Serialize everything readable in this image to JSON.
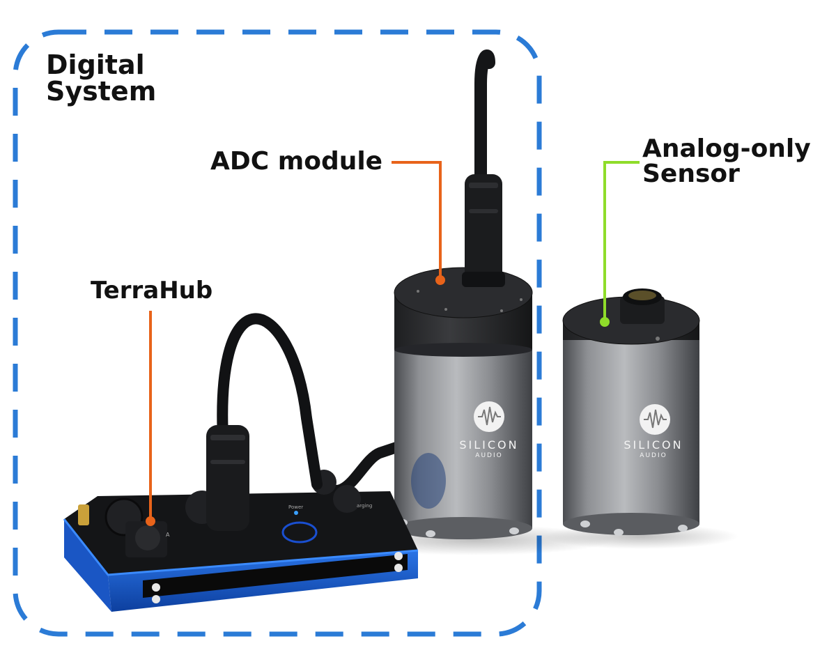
{
  "group": {
    "title_line1": "Digital",
    "title_line2": "System"
  },
  "callouts": {
    "adc": {
      "label": "ADC module"
    },
    "analog": {
      "label_line1": "Analog-only",
      "label_line2": "Sensor"
    },
    "hub": {
      "label": "TerraHub"
    }
  },
  "branding": {
    "brand_line1": "SILICON",
    "brand_line2": "AUDIO"
  },
  "hub_panel_text": {
    "power": "Power",
    "charging": "arging",
    "port_a": "A"
  },
  "colors": {
    "dashed_border": "#2b7bd6",
    "adc_callout": "#e8631a",
    "hub_callout": "#e8631a",
    "analog_callout": "#8fdc2a",
    "hub_body": "#1a5fd1",
    "cylinder_body": "#8c8e91"
  }
}
